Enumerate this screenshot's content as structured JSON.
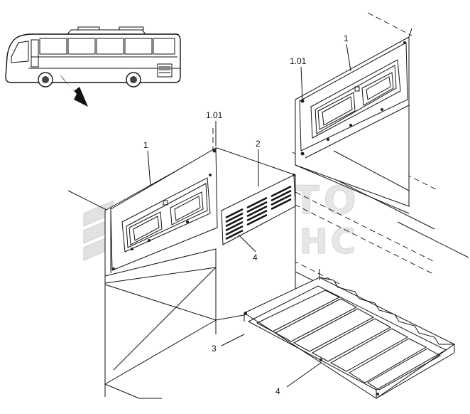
{
  "callouts": {
    "top_right_part": "1",
    "top_right_ref": "1.01",
    "left_part": "1",
    "left_ref": "1.01",
    "grille": "2",
    "grille_ref": "4",
    "tray": "3",
    "tray_ref": "4"
  },
  "watermark": {
    "line1": "АВТО",
    "line2": "АЛЬЯНС"
  }
}
